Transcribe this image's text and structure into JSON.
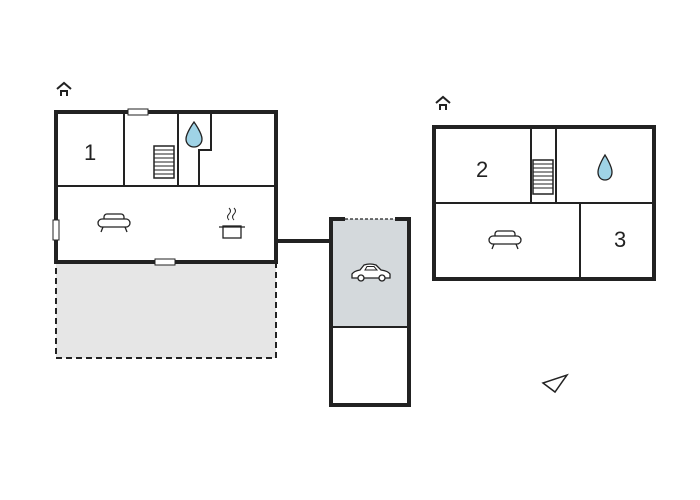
{
  "floor_plan": {
    "ground_floor": {
      "marker_icon": "house-icon",
      "rooms": [
        {
          "number": "1",
          "type": "bedroom"
        },
        {
          "type": "staircase",
          "icon": "stairs-icon"
        },
        {
          "type": "bathroom",
          "icon": "water-drop-icon"
        },
        {
          "type": "living-room",
          "icon": "sofa-icon"
        },
        {
          "type": "kitchen",
          "icon": "cooking-pot-icon"
        }
      ],
      "terrace": {
        "style": "dashed",
        "fill": "#e6e6e6"
      }
    },
    "garage": {
      "icon": "car-icon",
      "fill": "#d4d9dc"
    },
    "upper_floor": {
      "marker_icon": "house-icon",
      "rooms": [
        {
          "number": "2",
          "type": "bedroom"
        },
        {
          "type": "staircase",
          "icon": "stairs-icon"
        },
        {
          "type": "bathroom",
          "icon": "water-drop-icon"
        },
        {
          "type": "living-room",
          "icon": "sofa-icon"
        },
        {
          "number": "3",
          "type": "bedroom"
        }
      ]
    },
    "compass_icon": "north-arrow-icon",
    "colors": {
      "wall": "#222222",
      "water": "#9fd3e6",
      "garage": "#d4d9dc",
      "terrace": "#e6e6e6"
    }
  }
}
